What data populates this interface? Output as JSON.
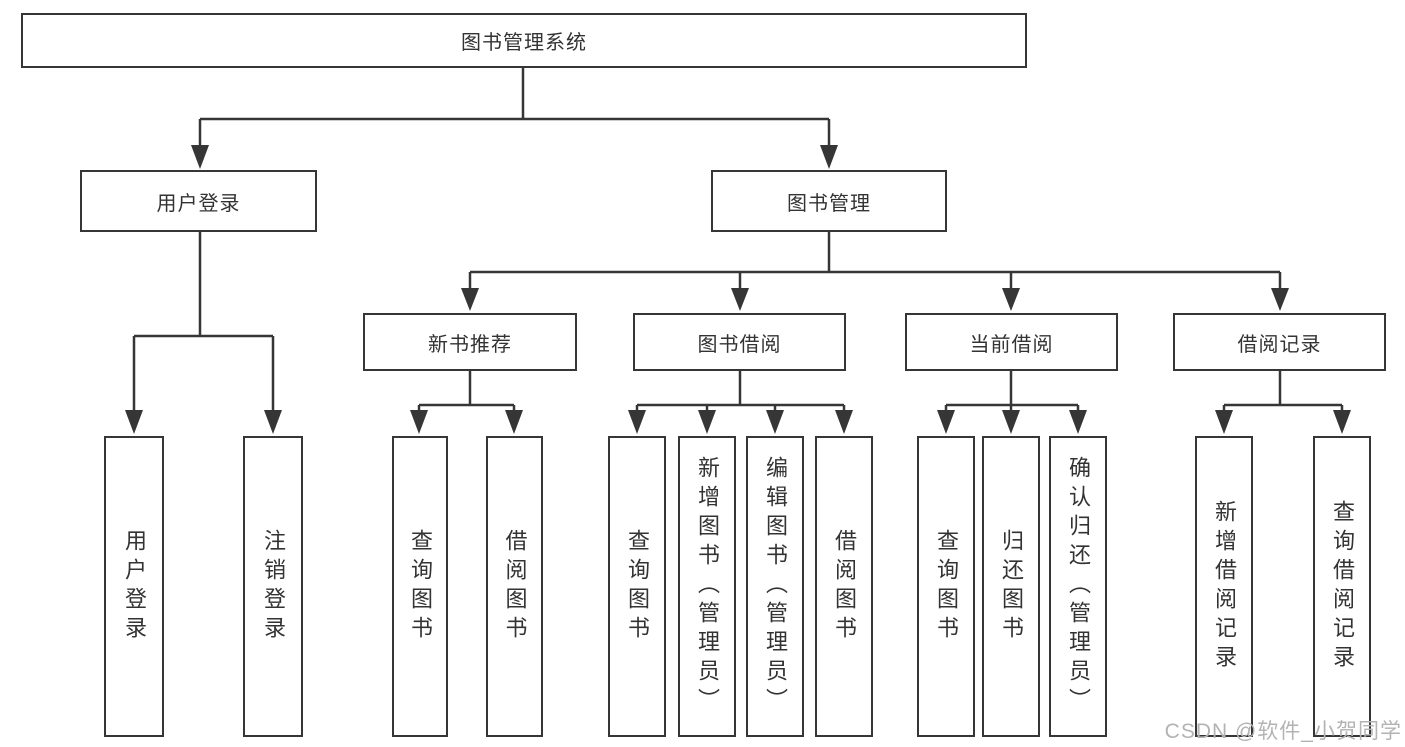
{
  "root": {
    "label": "图书管理系统"
  },
  "level2": [
    {
      "label": "用户登录"
    },
    {
      "label": "图书管理"
    }
  ],
  "level3": [
    {
      "label": "新书推荐"
    },
    {
      "label": "图书借阅"
    },
    {
      "label": "当前借阅"
    },
    {
      "label": "借阅记录"
    }
  ],
  "leaves": {
    "user_login": [
      "用户登录",
      "注销登录"
    ],
    "new_book": [
      "查询图书",
      "借阅图书"
    ],
    "book_borrow": [
      "查询图书",
      "新增图书（管理员）",
      "编辑图书（管理员）",
      "借阅图书"
    ],
    "current_borrow": [
      "查询图书",
      "归还图书",
      "确认归还（管理员）"
    ],
    "borrow_record": [
      "新增借阅记录",
      "查询借阅记录"
    ]
  },
  "watermark": "CSDN @软件_小贺同学",
  "colors": {
    "line": "#363636",
    "text": "#333333",
    "watermark": "#b3b3b3",
    "background": "#ffffff"
  }
}
